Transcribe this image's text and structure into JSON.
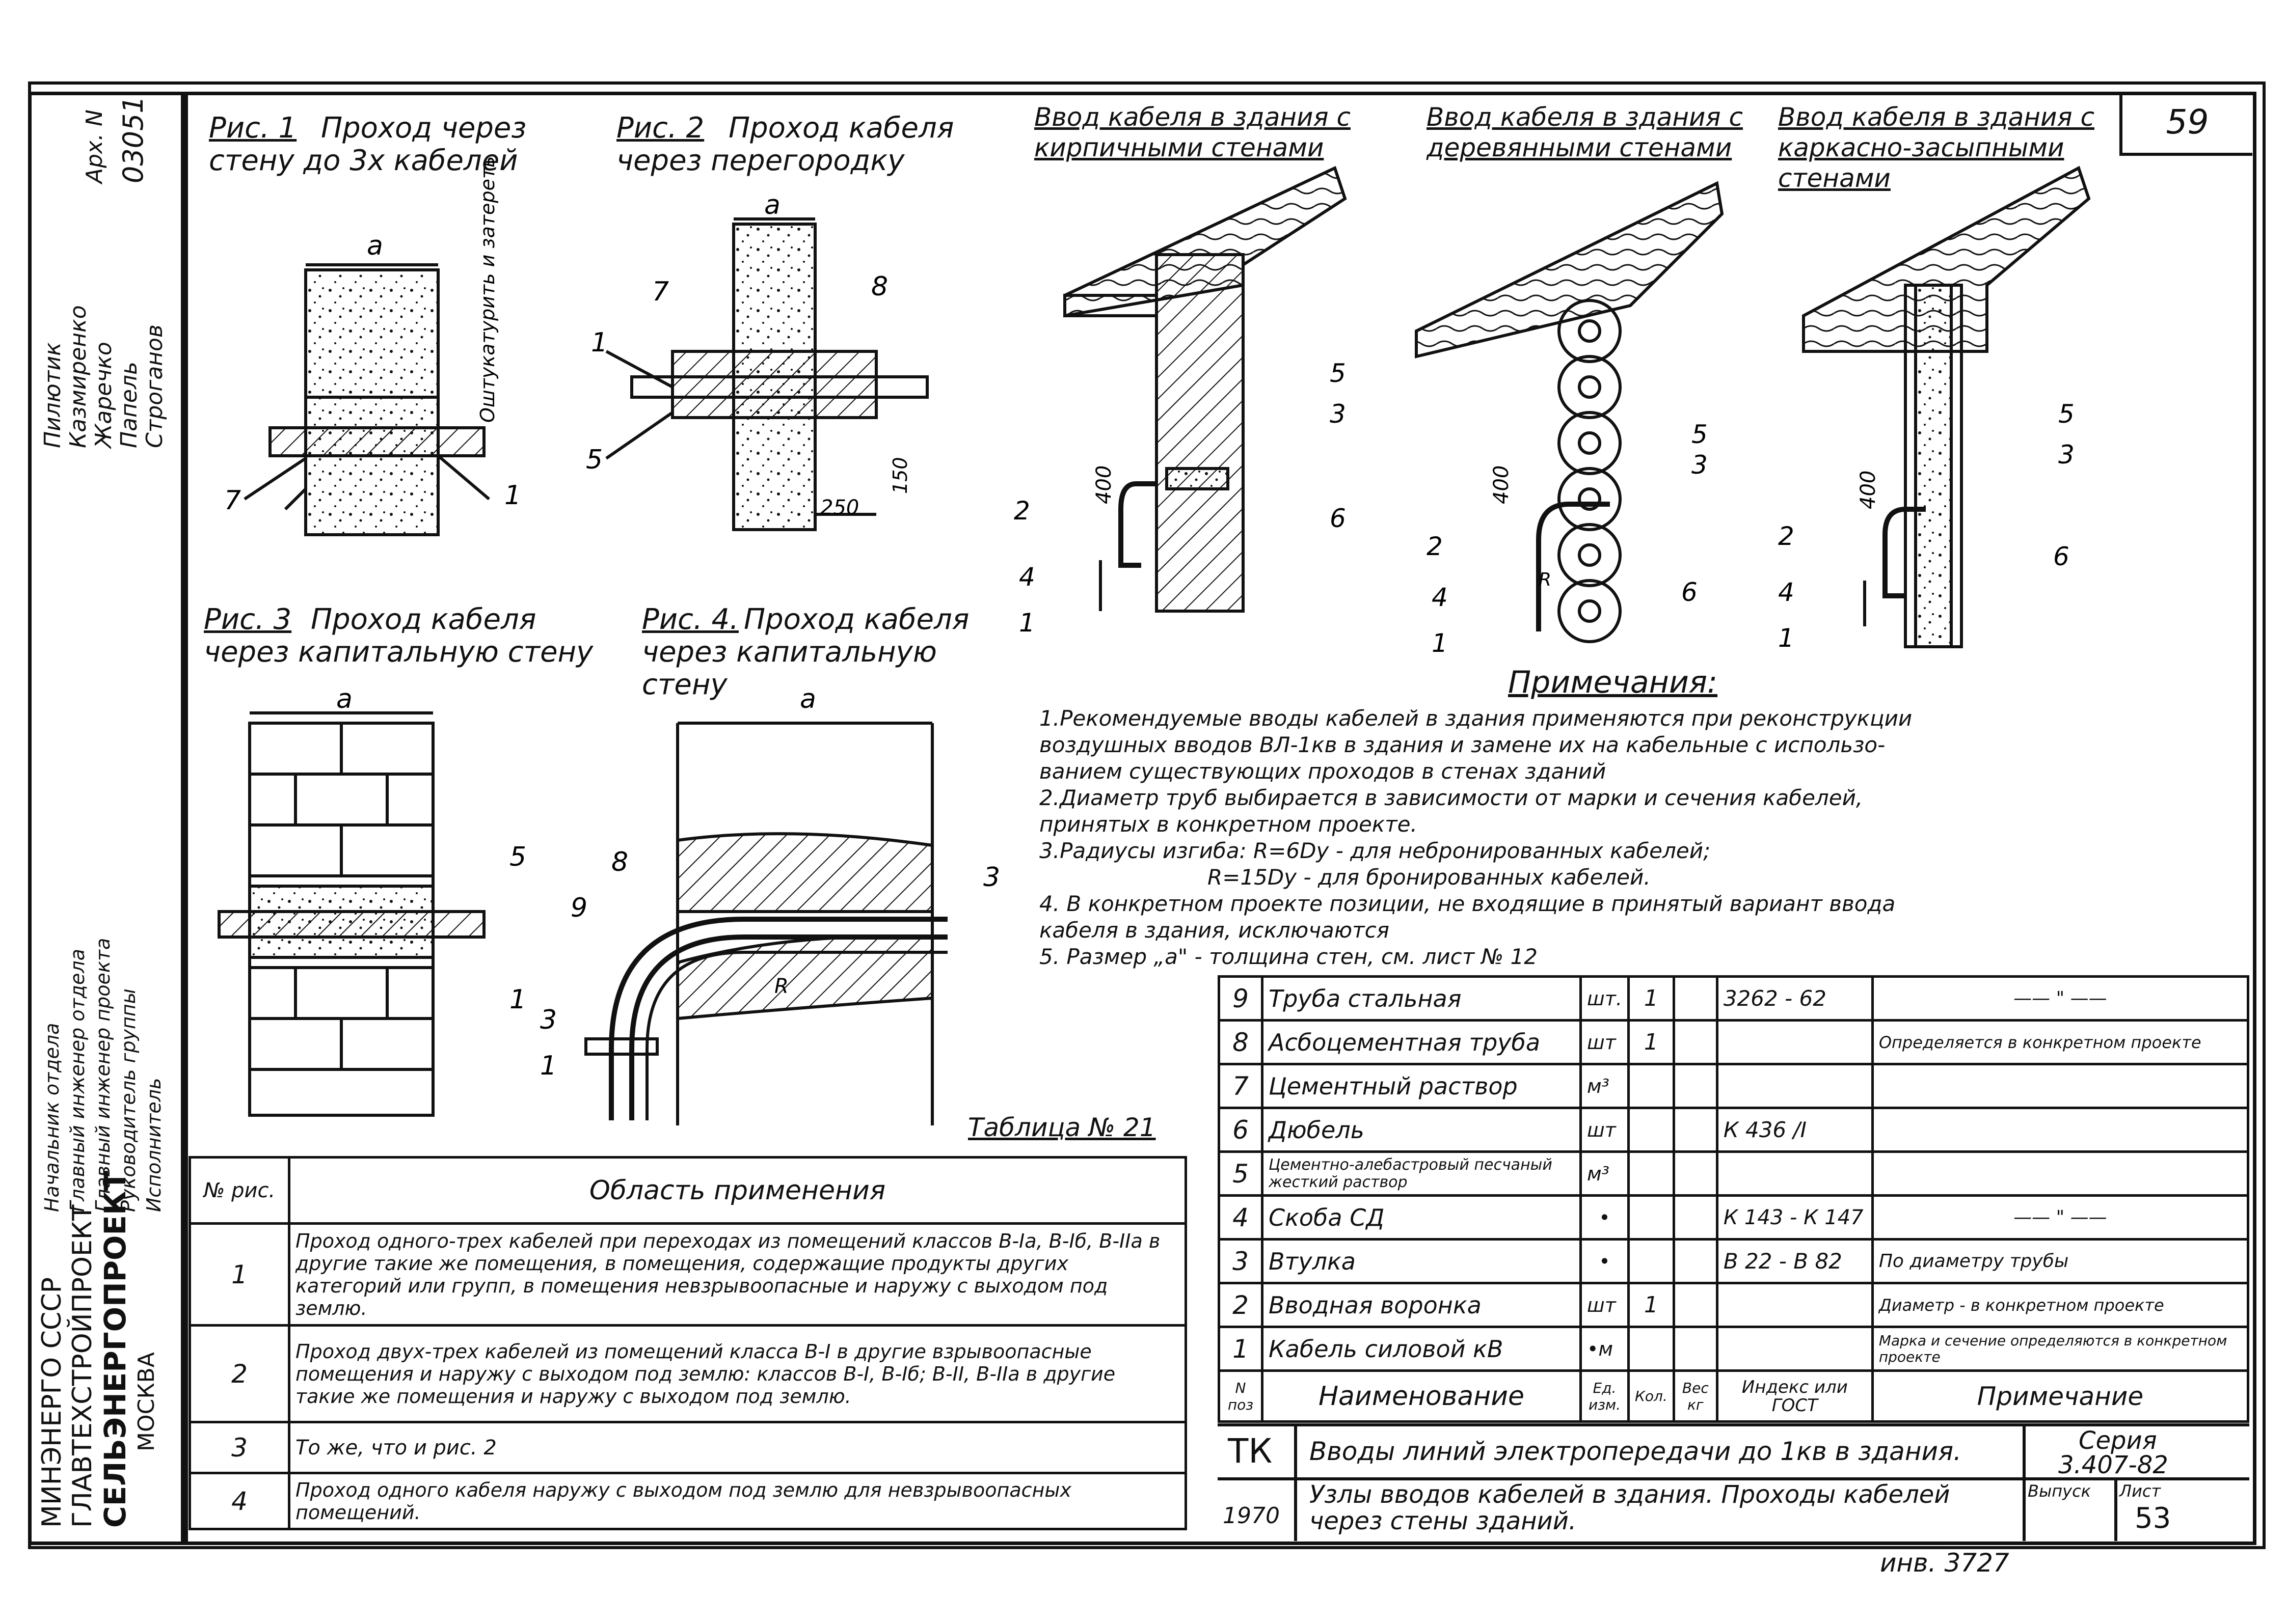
{
  "sheet_number": "59",
  "archive": {
    "label": "Арх. N",
    "number": "03051"
  },
  "staff": [
    {
      "role": "Начальник отдела",
      "name": "Пилютик"
    },
    {
      "role": "Главный инженер отдела",
      "name": "Казмиренко"
    },
    {
      "role": "Главный инженер проекта",
      "name": "Жаречко"
    },
    {
      "role": "Руководитель группы",
      "name": "Папель"
    },
    {
      "role": "Исполнитель",
      "name": "Строганов"
    }
  ],
  "organization": [
    "МИНЭНЕРГО СССР",
    "ГЛАВТЕХСТРОЙПРОЕКТ",
    "СЕЛЬЭНЕРГОПРОЕКТ",
    "МОСКВА"
  ],
  "figures": {
    "fig1": {
      "label": "Рис. 1",
      "title": "Проход через стену до 3х кабелей",
      "dim": "а",
      "note": "Оштукатурить и затереть",
      "callouts": [
        "7",
        "1"
      ]
    },
    "fig2": {
      "label": "Рис. 2",
      "title": "Проход кабеля через перегородку",
      "dim": "а",
      "callouts": [
        "7",
        "8",
        "1",
        "5"
      ],
      "dims": [
        "250",
        "150"
      ]
    },
    "fig3": {
      "label": "Рис. 3",
      "title": "Проход кабеля через капитальную стену",
      "dim": "а",
      "callouts": [
        "5",
        "1"
      ]
    },
    "fig4": {
      "label": "Рис. 4.",
      "title": "Проход кабеля через капитальную стену",
      "dim": "а",
      "callouts": [
        "8",
        "3",
        "9",
        "3",
        "1"
      ],
      "radius": "R"
    },
    "entry1": {
      "title": "Ввод кабеля в здания с кирпичными стенами",
      "dim": "400",
      "callouts": [
        "5",
        "3",
        "2",
        "6",
        "4",
        "1"
      ]
    },
    "entry2": {
      "title": "Ввод кабеля в здания с деревянными стенами",
      "dim": "400",
      "callouts": [
        "5",
        "3",
        "2",
        "4",
        "6",
        "1"
      ],
      "radius": "R"
    },
    "entry3": {
      "title": "Ввод кабеля в здания с каркасно-засыпными стенами",
      "dim": "400",
      "callouts": [
        "5",
        "3",
        "2",
        "6",
        "4",
        "1"
      ]
    }
  },
  "notes": {
    "title": "Примечания:",
    "lines": [
      "1.Рекомендуемые вводы кабелей в здания применяются при реконструкции",
      "воздушных вводов ВЛ-1кв в здания и замене их на кабельные с использо-",
      "ванием существующих проходов в стенах зданий",
      "2.Диаметр труб выбирается в зависимости от марки и сечения кабелей,",
      "принятых в конкретном проекте.",
      "3.Радиусы изгиба: R=6Dу - для небронированных кабелей;",
      "R=15Dу - для бронированных кабелей.",
      "4. В конкретном проекте позиции, не входящие в принятый вариант ввода",
      "кабеля в здания, исключаются",
      "5. Размер „а\" - толщина стен, см. лист № 12"
    ]
  },
  "table21": {
    "title": "Таблица № 21",
    "headers": [
      "№ рис.",
      "Область применения"
    ],
    "rows": [
      {
        "n": "1",
        "text": "Проход одного-трех кабелей при переходах из помещений классов В-Iа, В-Iб, В-IIа в другие такие же помещения, в помещения, содержащие продукты других категорий или групп, в помещения невзрывоопасные и наружу с выходом под землю."
      },
      {
        "n": "2",
        "text": "Проход двух-трех кабелей из помещений класса В-I в другие взрывоопасные помещения и наружу с выходом под землю: классов В-I, В-Iб; В-II, В-IIа в другие такие же помещения и наружу с выходом под землю."
      },
      {
        "n": "3",
        "text": "То же, что и рис. 2"
      },
      {
        "n": "4",
        "text": "Проход одного кабеля наружу с выходом под землю для невзрывоопасных помещений."
      }
    ]
  },
  "spec": {
    "headers": [
      "N поз",
      "Наименование",
      "Ед. изм.",
      "Кол.",
      "Вес кг",
      "Индекс или ГОСТ",
      "Примечание"
    ],
    "rows": [
      {
        "pos": "9",
        "name": "Труба стальная",
        "unit": "шт.",
        "qty": "1",
        "index": "3262 - 62",
        "note": "—— \" ——"
      },
      {
        "pos": "8",
        "name": "Асбоцементная труба",
        "unit": "шт",
        "qty": "1",
        "index": "",
        "note": "Определяется в конкретном проекте"
      },
      {
        "pos": "7",
        "name": "Цементный раствор",
        "unit": "м³",
        "qty": "",
        "index": "",
        "note": ""
      },
      {
        "pos": "6",
        "name": "Дюбель",
        "unit": "шт",
        "qty": "",
        "index": "К 436 /I",
        "note": ""
      },
      {
        "pos": "5",
        "name": "Цементно-алебастровый песчаный жесткий раствор",
        "unit": "м³",
        "qty": "",
        "index": "",
        "note": ""
      },
      {
        "pos": "4",
        "name": "Скоба СД",
        "unit": "•",
        "qty": "",
        "index": "К 143 - К 147",
        "note": "—— \" ——"
      },
      {
        "pos": "3",
        "name": "Втулка",
        "unit": "•",
        "qty": "",
        "index": "В 22 - В 82",
        "note": "По диаметру трубы"
      },
      {
        "pos": "2",
        "name": "Вводная воронка",
        "unit": "шт",
        "qty": "1",
        "index": "",
        "note": "Диаметр - в конкретном проекте"
      },
      {
        "pos": "1",
        "name": "Кабель силовой  кВ",
        "unit": "•м",
        "qty": "",
        "index": "",
        "note": "Марка и сечение определяются в конкретном проекте"
      }
    ]
  },
  "title_block": {
    "code": "ТК",
    "year": "1970",
    "line1": "Вводы линий электропередачи до 1кв в здания.",
    "line2": "Узлы вводов кабелей в здания. Проходы кабелей через стены зданий.",
    "series_label": "Серия",
    "series": "3.407-82",
    "issue_label": "Выпуск",
    "sheet_label": "Лист",
    "sheet": "53"
  },
  "inventory": "инв. 3727"
}
